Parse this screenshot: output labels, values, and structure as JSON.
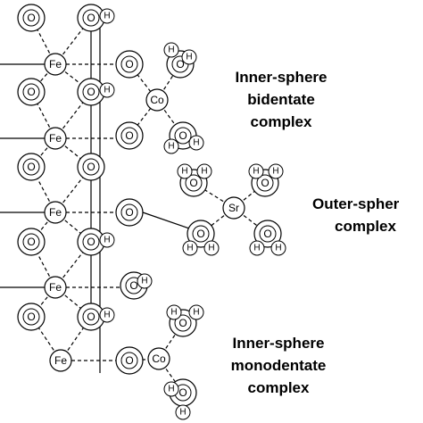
{
  "atom_labels": {
    "oxygen": "O",
    "hydrogen": "H",
    "iron": "Fe",
    "cobalt": "Co",
    "strontium": "Sr"
  },
  "labels": {
    "bidentate_line1": "Inner-sphere",
    "bidentate_line2": "bidentate",
    "bidentate_line3": "complex",
    "outer_line1": "Outer-spher",
    "outer_line2": "complex",
    "monodentate_line1": "Inner-sphere",
    "monodentate_line2": "monodentate",
    "monodentate_line3": "complex"
  }
}
